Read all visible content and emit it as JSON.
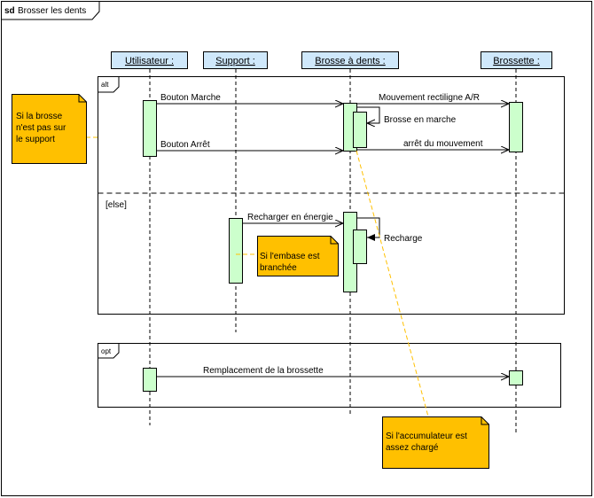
{
  "diagram": {
    "frame_kind": "sd",
    "title": "Brosser les dents",
    "lifelines": {
      "user": "Utilisateur :",
      "support": "Support :",
      "brush": "Brosse à dents :",
      "head": "Brossette :"
    },
    "fragments": {
      "alt": {
        "operator": "alt",
        "else_guard": "[else]"
      },
      "opt": {
        "operator": "opt"
      }
    },
    "messages": {
      "m1": "Bouton Marche",
      "m2": "Mouvement rectiligne A/R",
      "m3": "Brosse en marche",
      "m4": "Bouton Arrêt",
      "m5": "arrêt du mouvement",
      "m6": "Recharger en énergie",
      "m7": "Recharge",
      "m8": "Remplacement de la brossette"
    },
    "notes": {
      "n1": [
        "Si la brosse",
        "n'est pas sur",
        "le support"
      ],
      "n2": [
        "Si l'embase est",
        "branchée"
      ],
      "n3": [
        "Si l'accumulateur est",
        "assez chargé"
      ]
    },
    "colors": {
      "lifeline_head": "#cfe8fb",
      "activation": "#ccffcc",
      "note": "#ffc000",
      "note_link": "#ffc000"
    }
  }
}
